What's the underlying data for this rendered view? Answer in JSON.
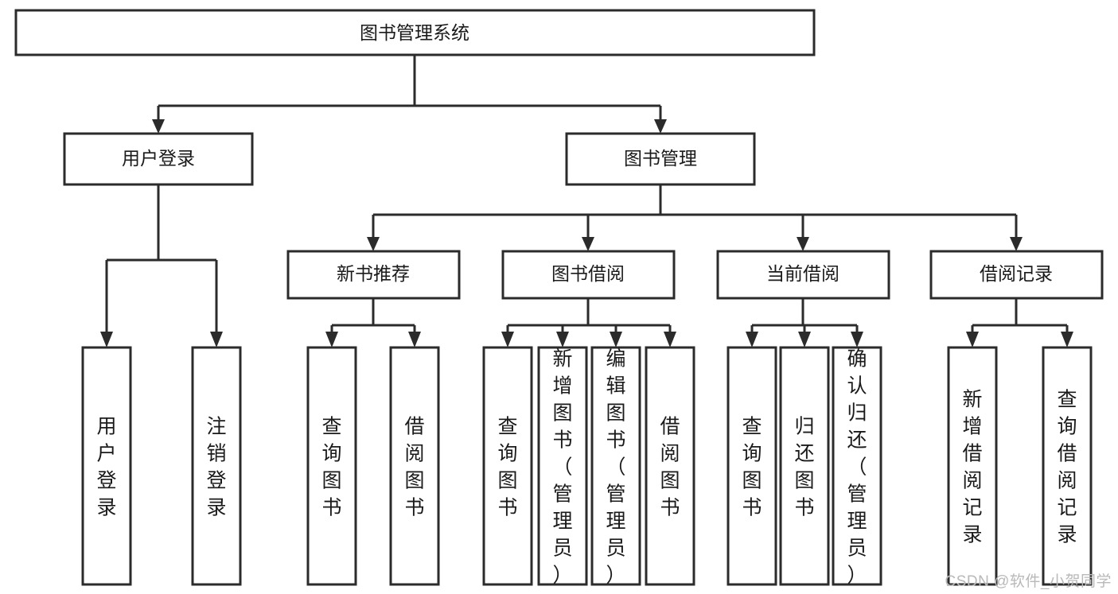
{
  "diagram": {
    "type": "tree-hierarchy",
    "title": "图书管理系统",
    "watermark": "CSDN @软件_小贺同学",
    "colors": {
      "stroke": "#2b2b2b",
      "node_fill": "#ffffff",
      "background": "#ffffff",
      "text": "#1a1a1a",
      "watermark": "#b9b9b9"
    },
    "levels": {
      "root": {
        "label": "图书管理系统"
      },
      "level2": [
        {
          "label": "用户登录"
        },
        {
          "label": "图书管理"
        }
      ],
      "level3": [
        {
          "label": "新书推荐"
        },
        {
          "label": "图书借阅"
        },
        {
          "label": "当前借阅"
        },
        {
          "label": "借阅记录"
        }
      ],
      "leaves": {
        "user_login": [
          {
            "label": "用户登录"
          },
          {
            "label": "注销登录"
          }
        ],
        "new_book_recommend": [
          {
            "label": "查询图书"
          },
          {
            "label": "借阅图书"
          }
        ],
        "book_borrow": [
          {
            "label": "查询图书"
          },
          {
            "label": "新增图书（管理员）"
          },
          {
            "label": "编辑图书（管理员）"
          },
          {
            "label": "借阅图书"
          }
        ],
        "current_borrow": [
          {
            "label": "查询图书"
          },
          {
            "label": "归还图书"
          },
          {
            "label": "确认归还（管理员）"
          }
        ],
        "borrow_records": [
          {
            "label": "新增借阅记录"
          },
          {
            "label": "查询借阅记录"
          }
        ]
      }
    }
  }
}
